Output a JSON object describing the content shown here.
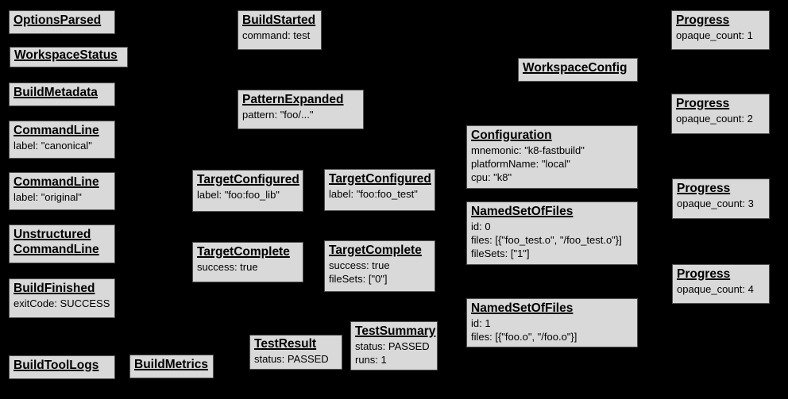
{
  "diagram": {
    "background_color": "#000000",
    "node_fill_color": "#d9d9d9",
    "node_border_color": "#4f4f4f",
    "text_color": "#000000",
    "nodes": [
      {
        "title": "OptionsParsed",
        "lines": []
      },
      {
        "title": "WorkspaceStatus",
        "lines": []
      },
      {
        "title": "BuildMetadata",
        "lines": []
      },
      {
        "title": "CommandLine",
        "lines": [
          "label: \"canonical\""
        ]
      },
      {
        "title": "CommandLine",
        "lines": [
          "label: \"original\""
        ]
      },
      {
        "title": "Unstructured CommandLine",
        "lines": []
      },
      {
        "title": "BuildFinished",
        "lines": [
          "exitCode: SUCCESS"
        ]
      },
      {
        "title": "BuildToolLogs",
        "lines": []
      },
      {
        "title": "BuildMetrics",
        "lines": []
      },
      {
        "title": "BuildStarted",
        "lines": [
          "command: test"
        ]
      },
      {
        "title": "PatternExpanded",
        "lines": [
          "pattern: \"foo/...\""
        ]
      },
      {
        "title": "TargetConfigured",
        "lines": [
          "label: \"foo:foo_lib\""
        ]
      },
      {
        "title": "TargetConfigured",
        "lines": [
          "label: \"foo:foo_test\""
        ]
      },
      {
        "title": "TargetComplete",
        "lines": [
          "success: true"
        ]
      },
      {
        "title": "TargetComplete",
        "lines": [
          "success: true",
          "fileSets: [\"0\"]"
        ]
      },
      {
        "title": "TestResult",
        "lines": [
          "status: PASSED"
        ]
      },
      {
        "title": "TestSummary",
        "lines": [
          "status: PASSED",
          "runs: 1"
        ]
      },
      {
        "title": "WorkspaceConfig",
        "lines": []
      },
      {
        "title": "Configuration",
        "lines": [
          "mnemonic: \"k8-fastbuild\"",
          "platformName: \"local\"",
          "cpu: \"k8\""
        ]
      },
      {
        "title": "NamedSetOfFiles",
        "lines": [
          "id: 0",
          "files: [{\"foo_test.o\", \"/foo_test.o\"}]",
          "fileSets: [\"1\"]"
        ]
      },
      {
        "title": "NamedSetOfFiles",
        "lines": [
          "id: 1",
          "files: [{\"foo.o\", \"/foo.o\"}]"
        ]
      },
      {
        "title": "Progress",
        "lines": [
          "opaque_count: 1"
        ]
      },
      {
        "title": "Progress",
        "lines": [
          "opaque_count: 2"
        ]
      },
      {
        "title": "Progress",
        "lines": [
          "opaque_count: 3"
        ]
      },
      {
        "title": "Progress",
        "lines": [
          "opaque_count: 4"
        ]
      }
    ]
  }
}
